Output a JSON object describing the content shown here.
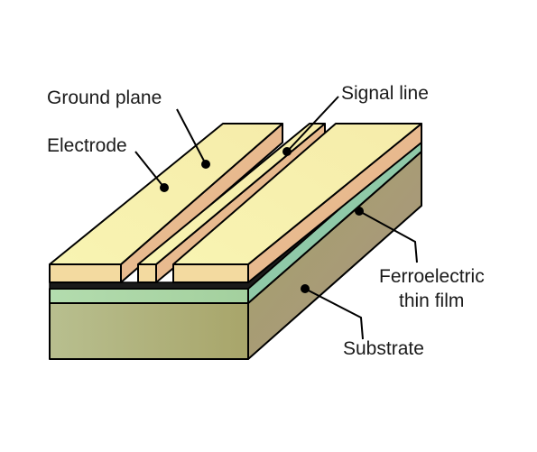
{
  "labels": {
    "ground_plane": "Ground plane",
    "electrode": "Electrode",
    "signal_line": "Signal line",
    "ferroelectric_line1": "Ferroelectric",
    "ferroelectric_line2": "thin film",
    "substrate": "Substrate"
  },
  "colors": {
    "electrode_top": "#f7f1a9",
    "electrode_side": "#e9b98f",
    "electrode_front": "#f4dba0",
    "film_front": "#a9d5a6",
    "film_side": "#8fc9a8",
    "substrate_front": "#b9b884",
    "substrate_side": "#9c9a5e",
    "outline": "#000000",
    "text": "#1a1a1a"
  }
}
